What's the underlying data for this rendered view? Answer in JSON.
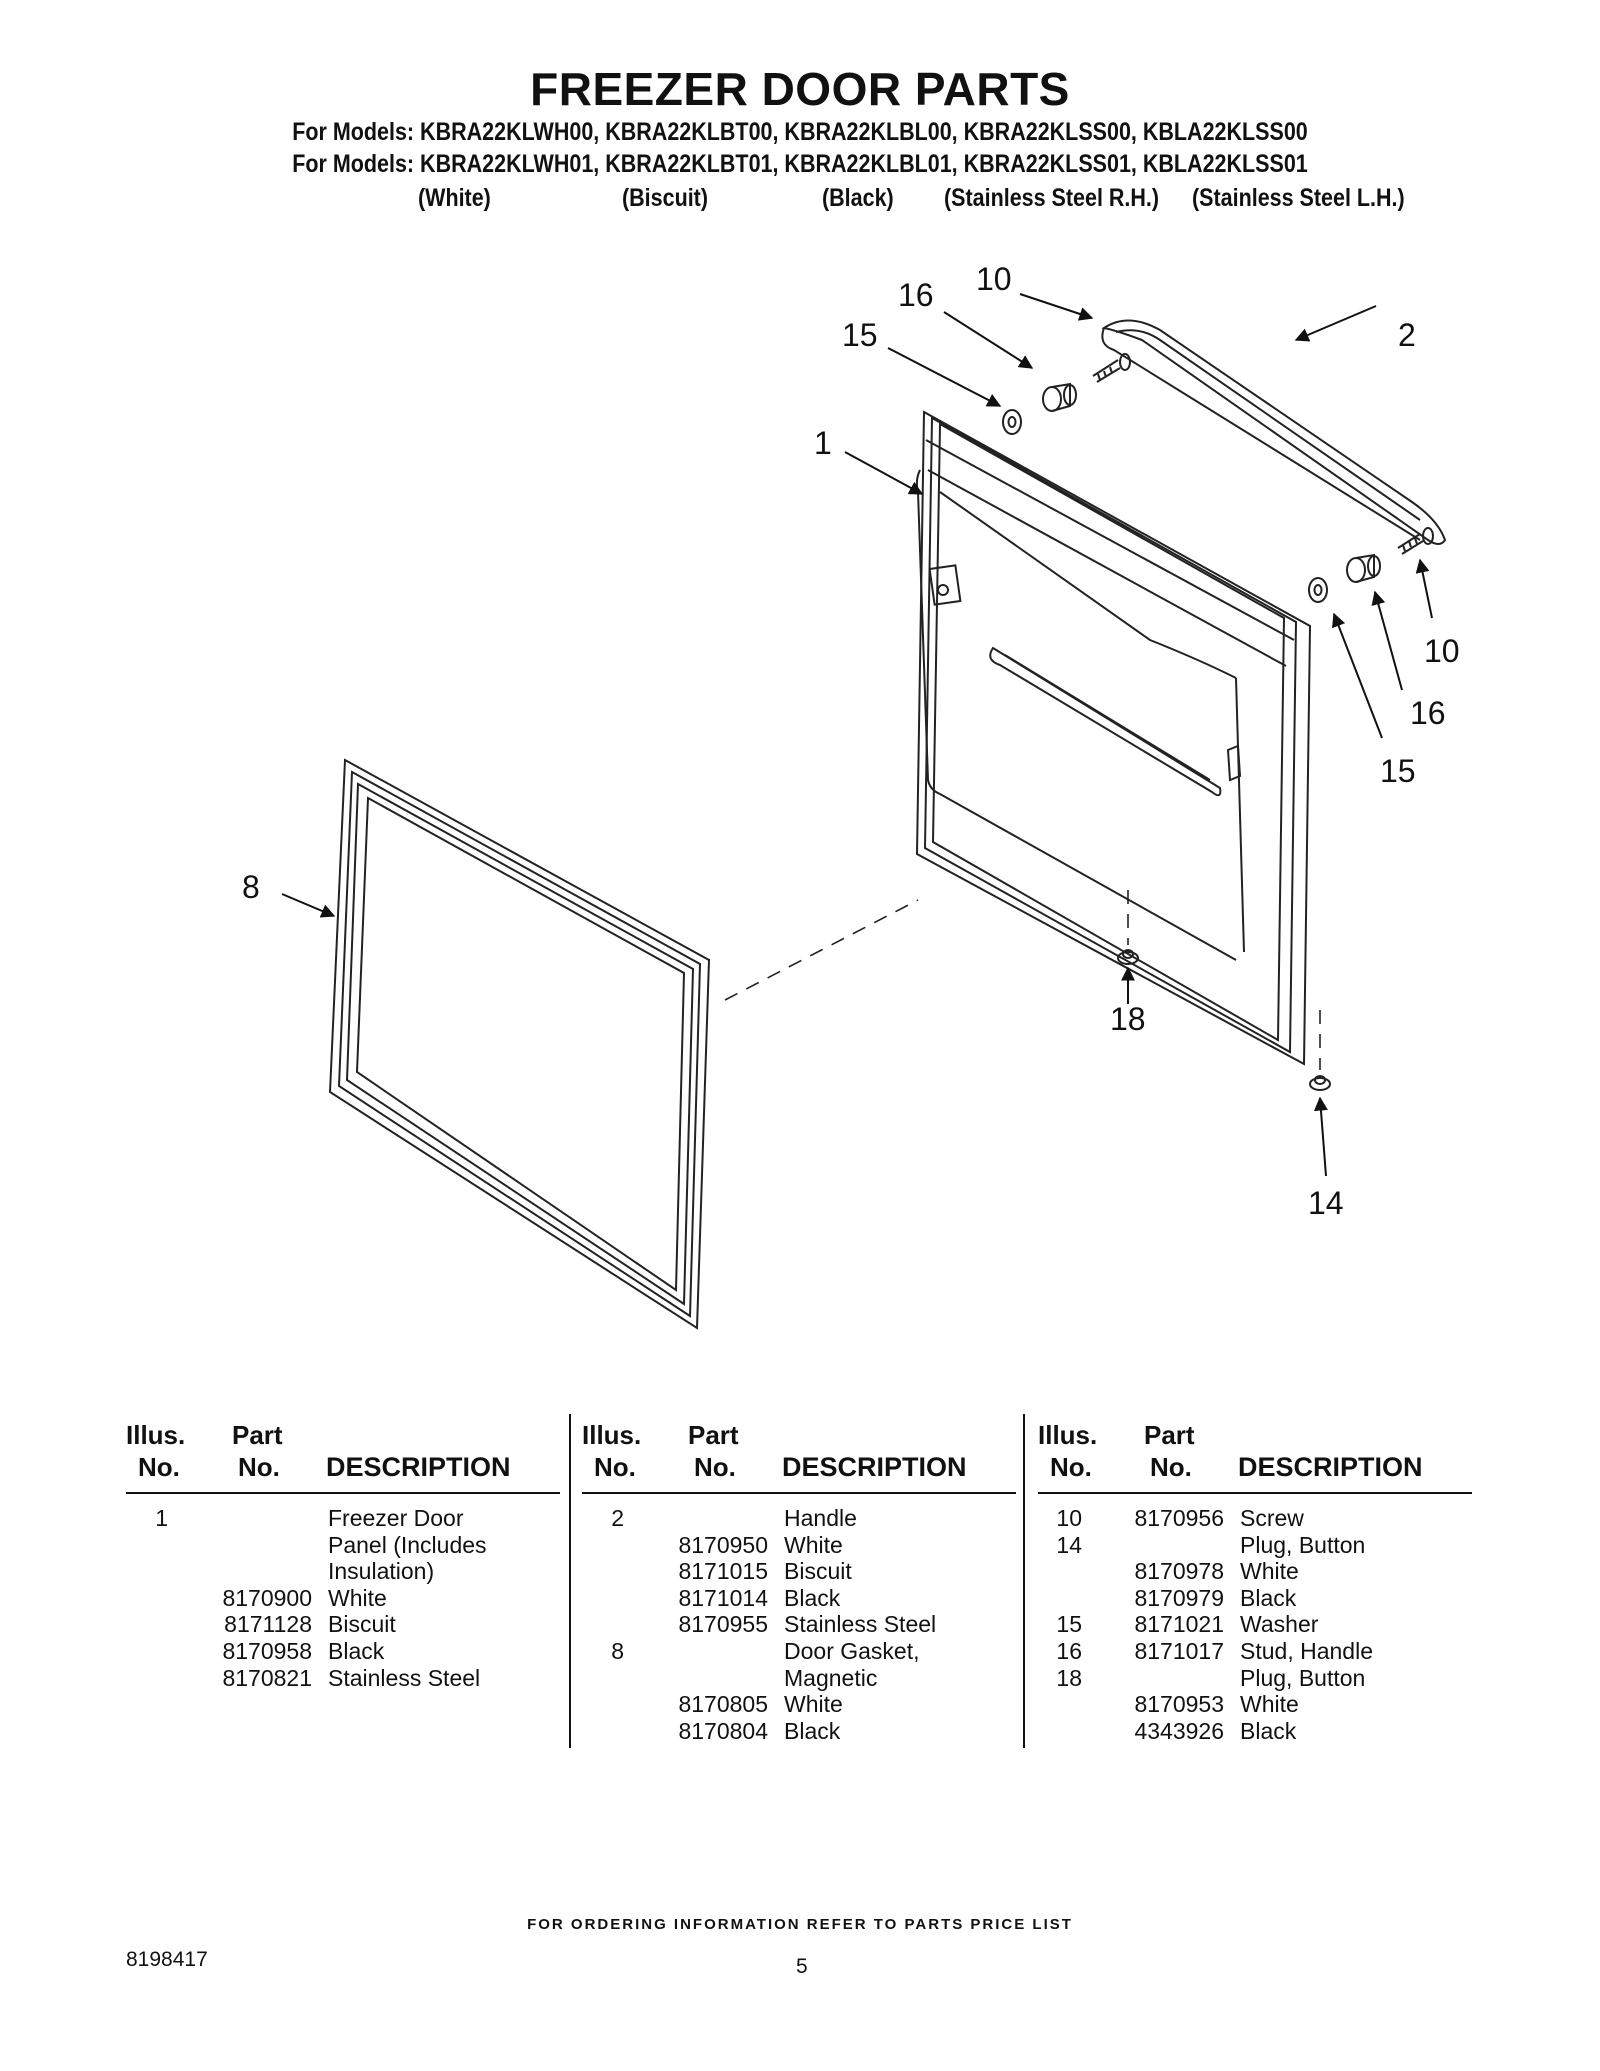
{
  "page": {
    "title": "FREEZER DOOR PARTS",
    "models_line_1": "For Models: KBRA22KLWH00, KBRA22KLBT00, KBRA22KLBL00, KBRA22KLSS00, KBLA22KLSS00",
    "models_line_2": "For Models: KBRA22KLWH01, KBRA22KLBT01, KBRA22KLBL01, KBRA22KLSS01, KBLA22KLSS01",
    "colors": [
      "(White)",
      "(Biscuit)",
      "(Black)",
      "(Stainless Steel R.H.)",
      "(Stainless Steel L.H.)"
    ]
  },
  "diagram": {
    "callouts": [
      "16",
      "10",
      "15",
      "2",
      "1",
      "10",
      "16",
      "15",
      "8",
      "18",
      "14"
    ]
  },
  "table": {
    "headers": {
      "illus_top": "Illus.",
      "illus_bottom": "No.",
      "part_top": "Part",
      "part_bottom": "No.",
      "description": "DESCRIPTION"
    },
    "columns": [
      {
        "rows": [
          {
            "illus": "1",
            "part": "",
            "desc": "Freezer Door"
          },
          {
            "illus": "",
            "part": "",
            "desc": "Panel (Includes"
          },
          {
            "illus": "",
            "part": "",
            "desc": "Insulation)"
          },
          {
            "illus": "",
            "part": "8170900",
            "desc": "White"
          },
          {
            "illus": "",
            "part": "8171128",
            "desc": "Biscuit"
          },
          {
            "illus": "",
            "part": "8170958",
            "desc": "Black"
          },
          {
            "illus": "",
            "part": "8170821",
            "desc": "Stainless Steel"
          }
        ]
      },
      {
        "rows": [
          {
            "illus": "2",
            "part": "",
            "desc": "Handle"
          },
          {
            "illus": "",
            "part": "8170950",
            "desc": "White"
          },
          {
            "illus": "",
            "part": "8171015",
            "desc": "Biscuit"
          },
          {
            "illus": "",
            "part": "8171014",
            "desc": "Black"
          },
          {
            "illus": "",
            "part": "8170955",
            "desc": "Stainless Steel"
          },
          {
            "illus": "8",
            "part": "",
            "desc": "Door Gasket,"
          },
          {
            "illus": "",
            "part": "",
            "desc": "Magnetic"
          },
          {
            "illus": "",
            "part": "8170805",
            "desc": "White"
          },
          {
            "illus": "",
            "part": "8170804",
            "desc": "Black"
          }
        ]
      },
      {
        "rows": [
          {
            "illus": "10",
            "part": "8170956",
            "desc": "Screw"
          },
          {
            "illus": "14",
            "part": "",
            "desc": "Plug, Button"
          },
          {
            "illus": "",
            "part": "8170978",
            "desc": "White"
          },
          {
            "illus": "",
            "part": "8170979",
            "desc": "Black"
          },
          {
            "illus": "15",
            "part": "8171021",
            "desc": "Washer"
          },
          {
            "illus": "16",
            "part": "8171017",
            "desc": "Stud, Handle"
          },
          {
            "illus": "18",
            "part": "",
            "desc": "Plug, Button"
          },
          {
            "illus": "",
            "part": "8170953",
            "desc": "White"
          },
          {
            "illus": "",
            "part": "4343926",
            "desc": "Black"
          }
        ]
      }
    ]
  },
  "footer": {
    "note": "FOR ORDERING INFORMATION REFER TO PARTS PRICE LIST",
    "doc_number": "8198417",
    "page_number": "5"
  }
}
